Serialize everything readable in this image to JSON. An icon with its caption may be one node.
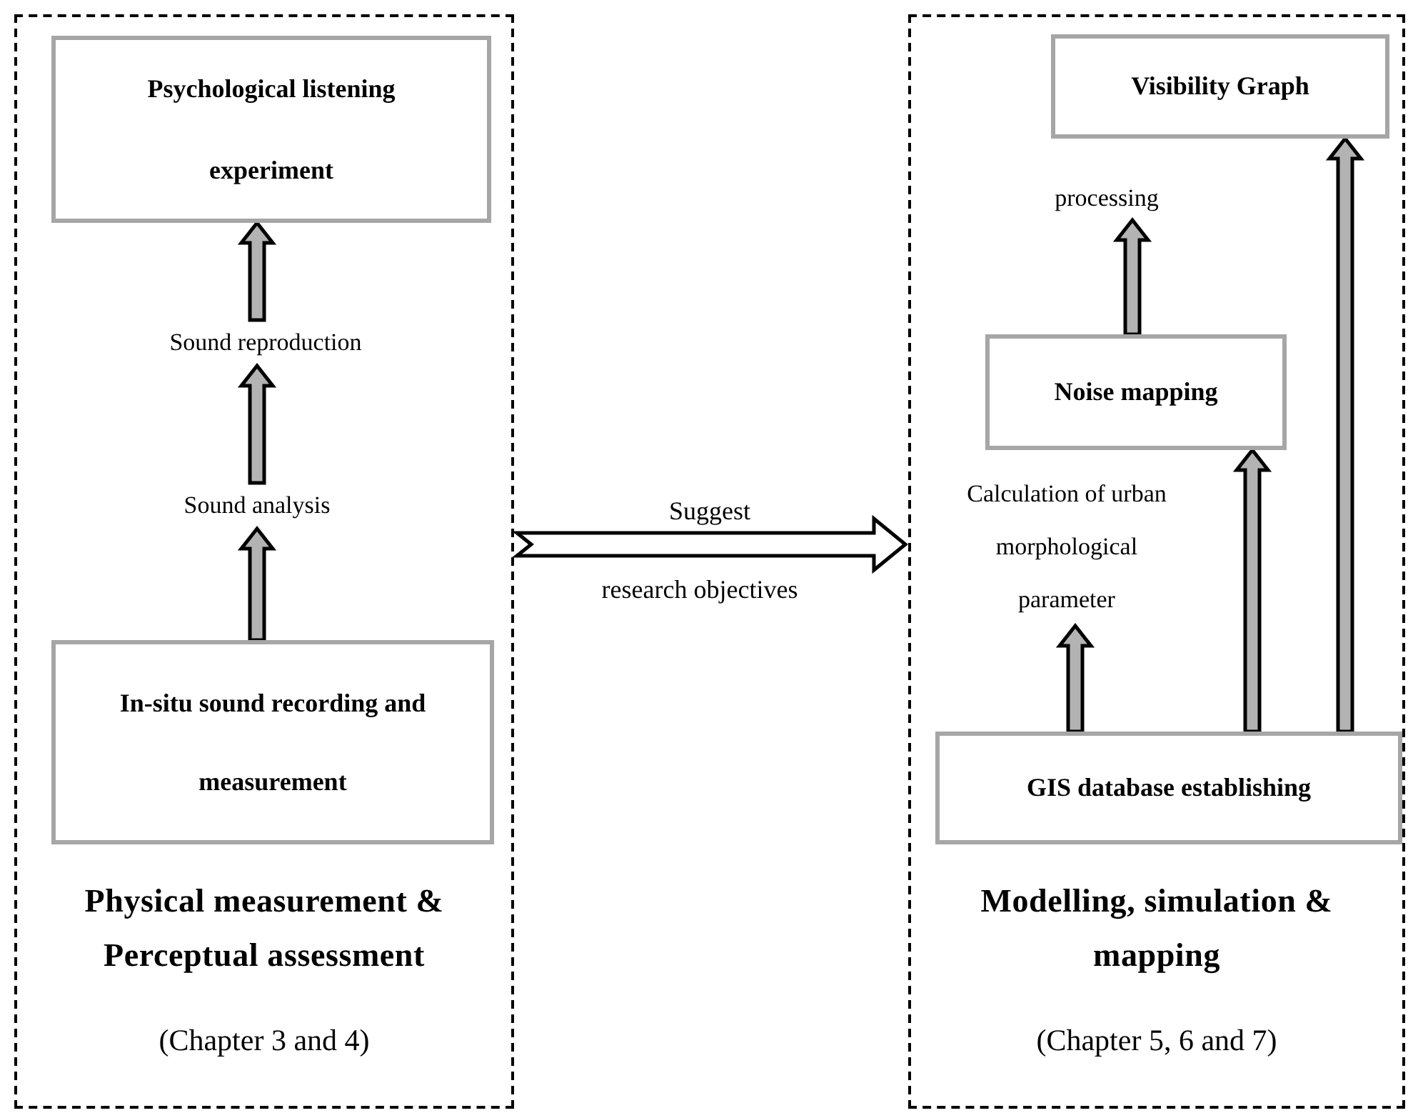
{
  "diagram": {
    "nodes": [
      {
        "text": [
          "Physical measurement & Perceptual assessment",
          "(Chapter 3 and 4)"
        ]
      },
      {
        "text": [
          "Psychological listening experiment"
        ],
        "in": 0
      },
      {
        "text": [
          "Sound reproduction"
        ],
        "in": 0
      },
      {
        "text": [
          "Sound analysis"
        ],
        "in": 0
      },
      {
        "text": [
          "In-situ sound recording and measurement"
        ],
        "in": 0
      },
      {
        "text": [
          "Modelling, simulation & mapping",
          "(Chapter 5, 6 and 7)"
        ]
      },
      {
        "text": [
          "Visibility Graph"
        ],
        "in": 5
      },
      {
        "text": [
          "processing"
        ],
        "in": 5
      },
      {
        "text": [
          "Noise mapping"
        ],
        "in": 5
      },
      {
        "text": [
          "Calculation of urban morphological parameter"
        ],
        "in": 5
      },
      {
        "text": [
          "GIS database establishing"
        ],
        "in": 5
      }
    ],
    "edges": [
      {
        "from": 4,
        "to": 3,
        "arrow": "to"
      },
      {
        "from": 3,
        "to": 2,
        "arrow": "to"
      },
      {
        "from": 2,
        "to": 1,
        "arrow": "to"
      },
      {
        "from": 0,
        "to": 5,
        "arrow": "to",
        "label": "Suggest"
      },
      {
        "from": 10,
        "to": 9,
        "arrow": "to"
      },
      {
        "from": 10,
        "to": 8,
        "arrow": "to"
      },
      {
        "from": 10,
        "to": 6,
        "arrow": "to"
      },
      {
        "from": 8,
        "to": 7,
        "arrow": "to"
      }
    ],
    "labels": [
      "research objectives"
    ]
  }
}
